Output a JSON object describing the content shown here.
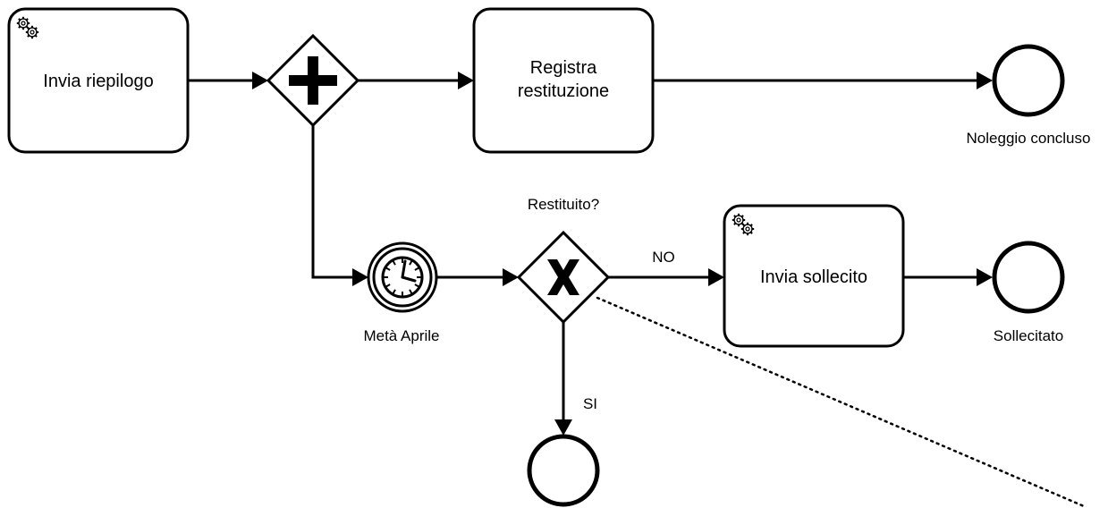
{
  "tasks": {
    "invia_riepilogo": {
      "label": "Invia riepilogo",
      "icon": "gears-icon"
    },
    "registra_restituzione": {
      "label_line1": "Registra",
      "label_line2": "restituzione"
    },
    "invia_sollecito": {
      "label": "Invia sollecito",
      "icon": "gears-icon"
    }
  },
  "gateways": {
    "parallel": {
      "type": "parallel",
      "icon": "plus-icon"
    },
    "exclusive": {
      "type": "exclusive",
      "label": "Restituito?",
      "icon": "x-icon"
    }
  },
  "events": {
    "timer": {
      "label": "Metà Aprile",
      "icon": "clock-icon"
    },
    "end_noleggio": {
      "label": "Noleggio concluso"
    },
    "end_sollecitato": {
      "label": "Sollecitato"
    },
    "end_si": {
      "label": ""
    }
  },
  "flows": {
    "no_label": "NO",
    "si_label": "SI"
  }
}
